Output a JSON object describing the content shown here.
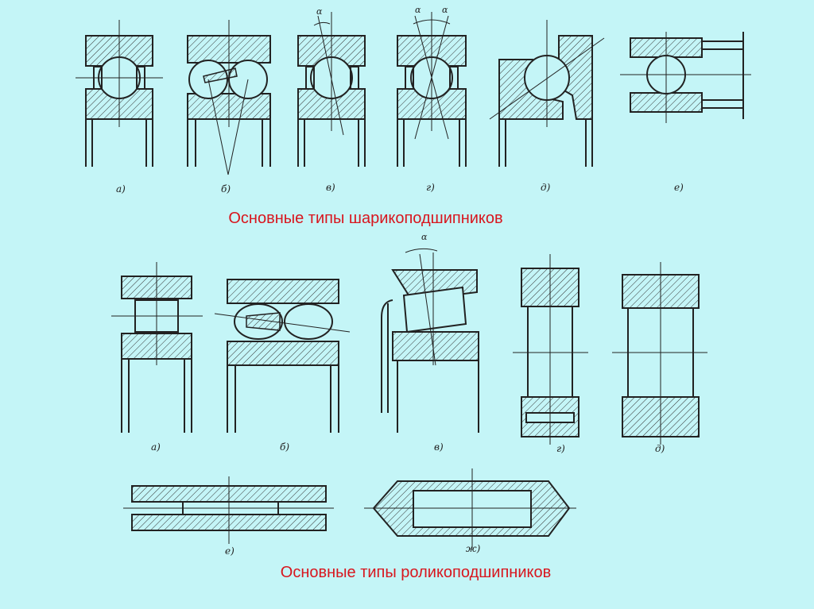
{
  "captions": {
    "ball": "Основные типы шарикоподшипников",
    "roller": "Основные типы роликоподшипников"
  },
  "ball_labels": [
    "а)",
    "б)",
    "в)",
    "г)",
    "д)",
    "е)"
  ],
  "roller_labels": [
    "а)",
    "б)",
    "в)",
    "г)",
    "д)",
    "е)",
    "ж)"
  ],
  "angle_symbol": "α",
  "colors": {
    "background": "#c4f5f7",
    "caption": "#d8161e",
    "line": "#222222"
  }
}
